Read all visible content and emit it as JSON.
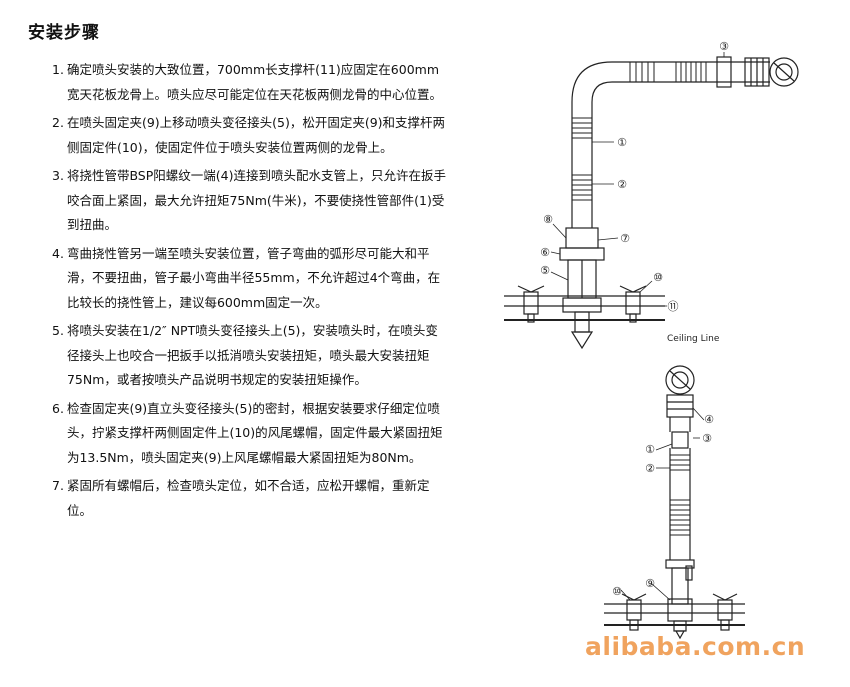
{
  "page": {
    "title": "安装步骤"
  },
  "steps": [
    {
      "num": "1.",
      "text": "确定喷头安装的大致位置，700mm长支撑杆(11)应固定在600mm宽天花板龙骨上。喷头应尽可能定位在天花板两侧龙骨的中心位置。"
    },
    {
      "num": "2.",
      "text": "在喷头固定夹(9)上移动喷头变径接头(5)，松开固定夹(9)和支撑杆两侧固定件(10)，使固定件位于喷头安装位置两侧的龙骨上。"
    },
    {
      "num": "3.",
      "text": "将挠性管带BSP阳螺纹一端(4)连接到喷头配水支管上，只允许在扳手咬合面上紧固，最大允许扭矩75Nm(牛米)，不要使挠性管部件(1)受到扭曲。"
    },
    {
      "num": "4.",
      "text": "弯曲挠性管另一端至喷头安装位置，管子弯曲的弧形尽可能大和平滑，不要扭曲，管子最小弯曲半径55mm，不允许超过4个弯曲，在比较长的挠性管上，建议每600mm固定一次。"
    },
    {
      "num": "5.",
      "text": "将喷头安装在1/2″ NPT喷头变径接头上(5)，安装喷头时，在喷头变径接头上也咬合一把扳手以抵消喷头安装扭矩，喷头最大安装扭矩75Nm，或者按喷头产品说明书规定的安装扭矩操作。"
    },
    {
      "num": "6.",
      "text": "检查固定夹(9)直立头变径接头(5)的密封，根据安装要求仔细定位喷头，拧紧支撑杆两侧固定件上(10)的风尾螺帽，固定件最大紧固扭矩为13.5Nm，喷头固定夹(9)上风尾螺帽最大紧固扭矩为80Nm。"
    },
    {
      "num": "7.",
      "text": "紧固所有螺帽后，检查喷头定位，如不合适，应松开螺帽，重新定位。"
    }
  ],
  "diagram": {
    "ceiling_label": "Ceiling Line",
    "callouts_top": [
      "③",
      "①",
      "②",
      "⑧",
      "⑦",
      "⑥",
      "⑤",
      "⑩",
      "⑪"
    ],
    "callouts_bottom": [
      "④",
      "①",
      "③",
      "②",
      "⑩",
      "⑨"
    ]
  },
  "watermark": {
    "text": "alibaba.com.cn",
    "color": "#f0a35e"
  }
}
